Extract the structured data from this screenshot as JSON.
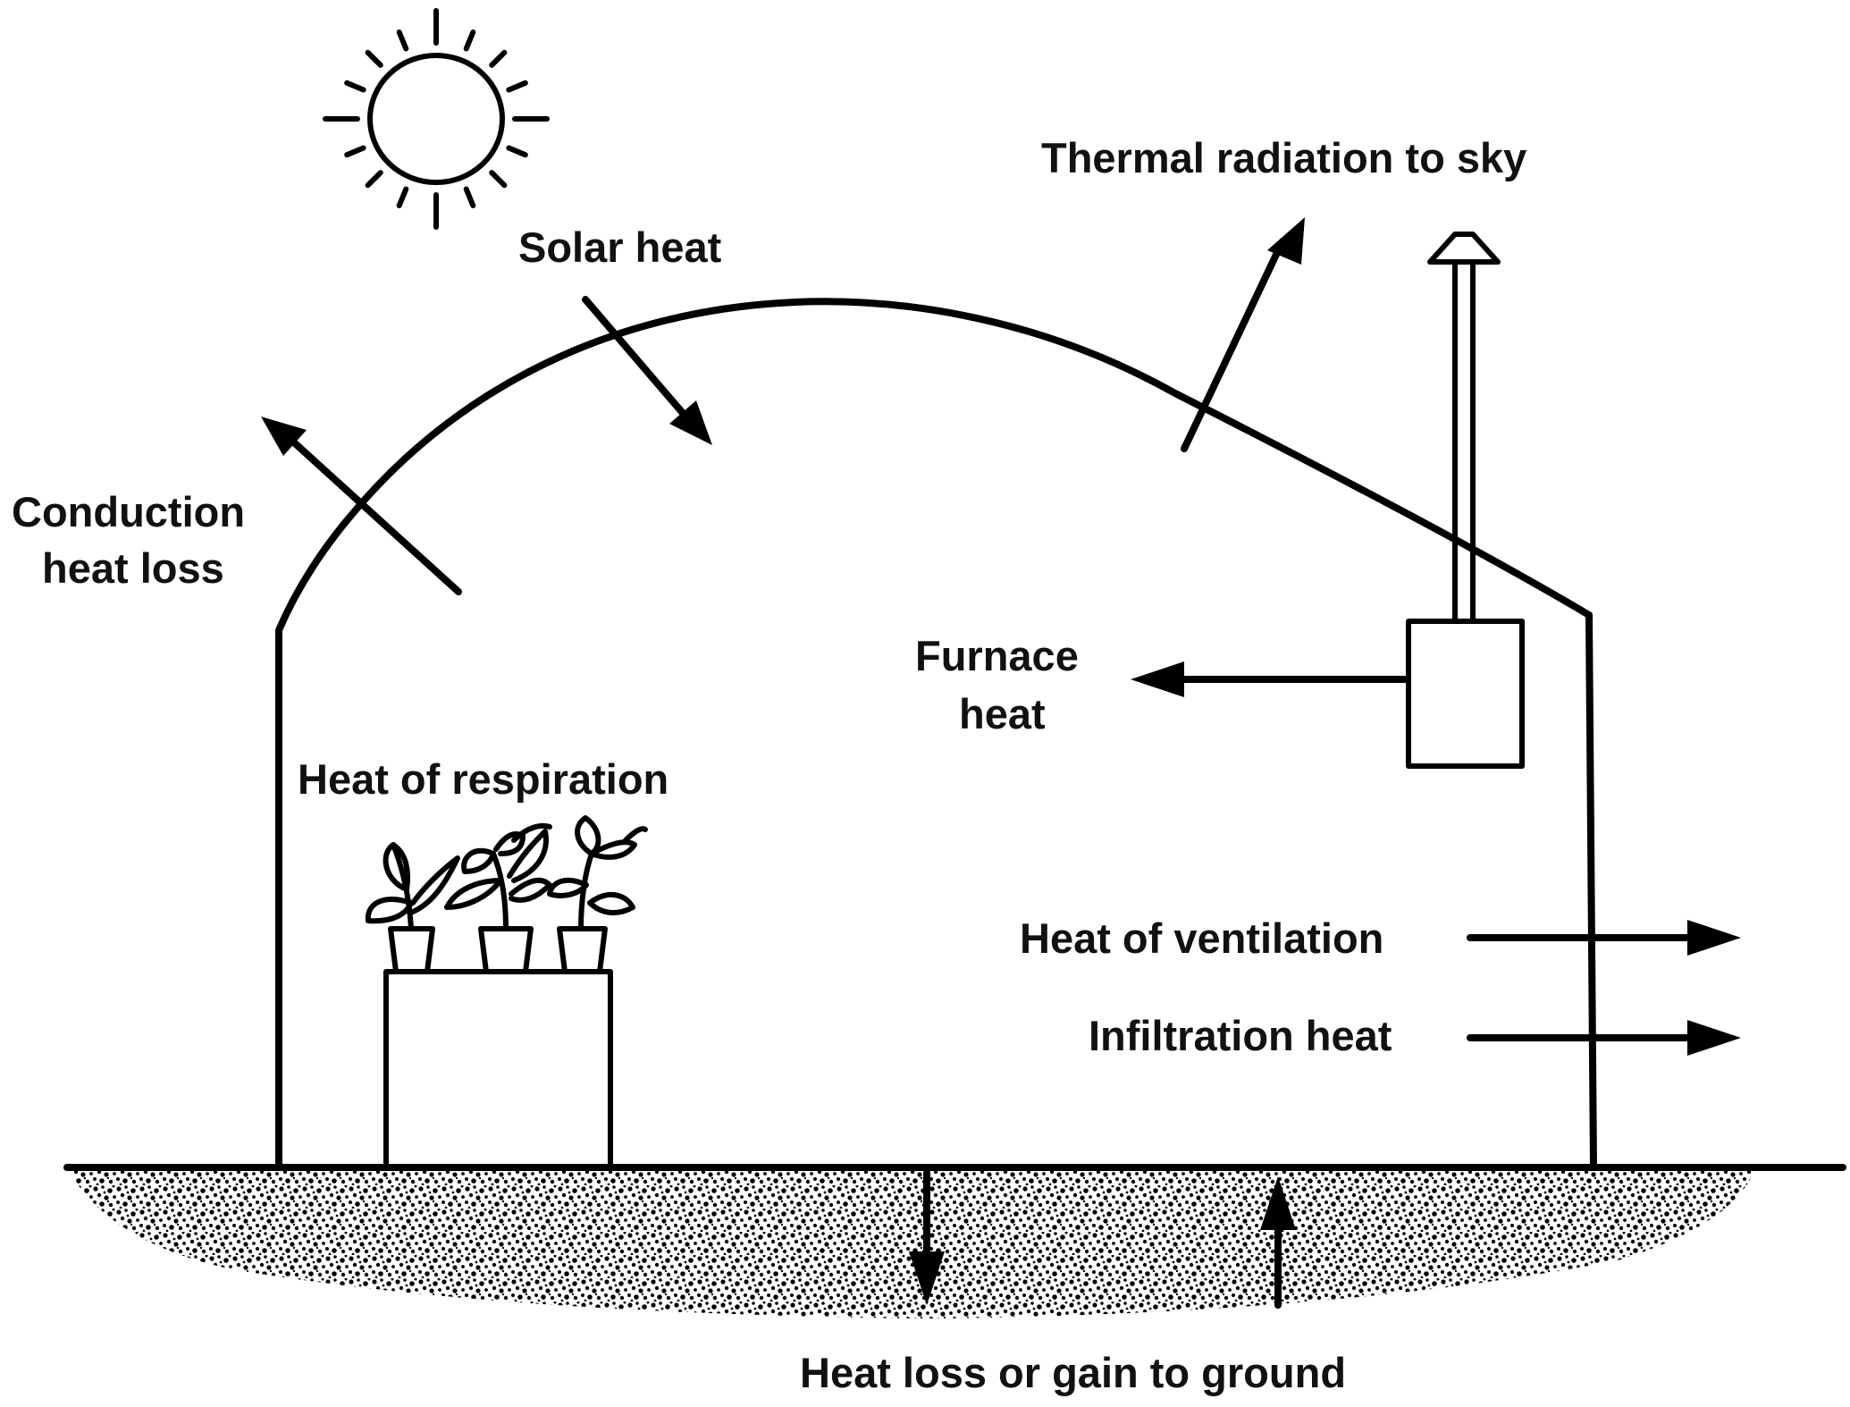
{
  "labels": {
    "solar_heat": "Solar heat",
    "thermal_radiation": "Thermal radiation to sky",
    "conduction_line1": "Conduction",
    "conduction_line2": "heat loss",
    "furnace_line1": "Furnace",
    "furnace_line2": "heat",
    "respiration": "Heat of respiration",
    "ventilation": "Heat of ventilation",
    "infiltration": "Infiltration heat",
    "ground": "Heat loss or gain to ground"
  },
  "icons": [
    "sun-icon",
    "plant-icon",
    "furnace-icon",
    "chimney-icon"
  ],
  "colors": {
    "ink": "#000000",
    "background": "#ffffff"
  }
}
